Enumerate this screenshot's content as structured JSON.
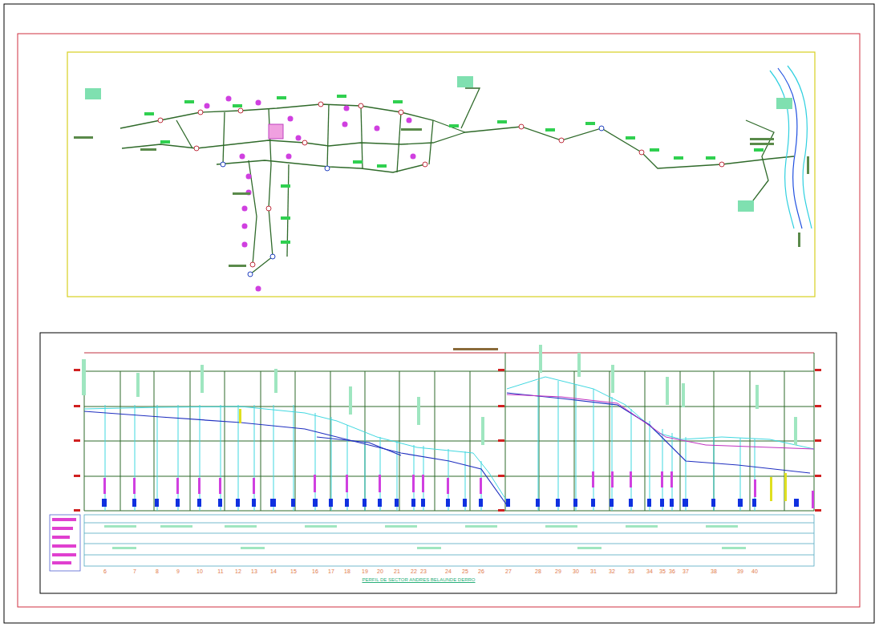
{
  "diagram": {
    "labels": [
      "6",
      "7",
      "8",
      "9",
      "10",
      "11",
      "12",
      "13",
      "14",
      "15",
      "16",
      "17",
      "18",
      "19",
      "20",
      "21",
      "22",
      "23",
      "24",
      "25",
      "26",
      "27",
      "28",
      "29",
      "30",
      "31",
      "32",
      "33",
      "34",
      "35",
      "36",
      "37",
      "38",
      "39",
      "40",
      "PERFIL DE SECTOR ANDRES BELAUNDE DERRO"
    ]
  }
}
